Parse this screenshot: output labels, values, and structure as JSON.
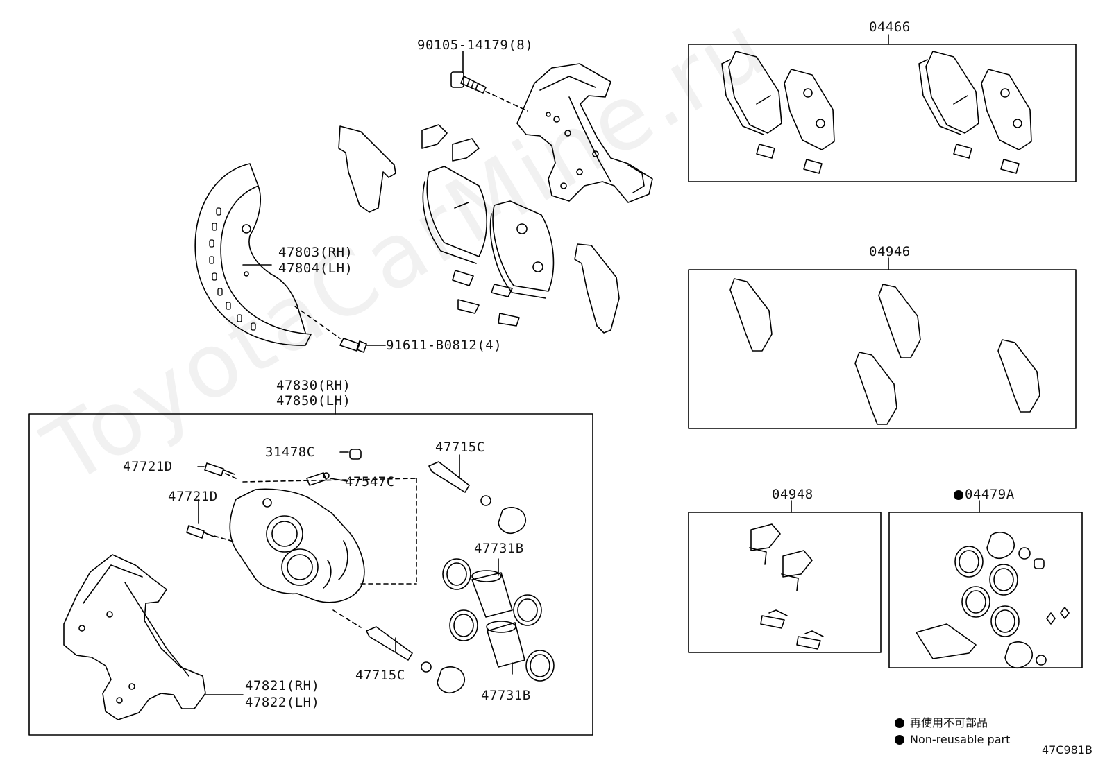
{
  "watermark": "ToyotaCarMine.ru",
  "diagram_code": "47C981B",
  "labels": {
    "bolt_top": "90105-14179(8)",
    "shield_rh": "47803(RH)",
    "shield_lh": "47804(LH)",
    "bolt_shield": "91611-B0812(4)",
    "caliper_rh": "47830(RH)",
    "caliper_lh": "47850(LH)",
    "bleeder_cap": "31478C",
    "pin_a": "47721D",
    "pin_b": "47721D",
    "bleeder": "47547C",
    "slide_pin_top": "47715C",
    "slide_pin_bottom": "47715C",
    "piston_top": "47731B",
    "piston_bottom": "47731B",
    "mount_rh": "47821(RH)",
    "mount_lh": "47822(LH)",
    "kit_pads": "04466",
    "kit_shims": "04946",
    "kit_clips": "04948",
    "kit_seal": "04479A"
  },
  "legend": {
    "jp": "再使用不可部品",
    "en": "Non-reusable part"
  }
}
